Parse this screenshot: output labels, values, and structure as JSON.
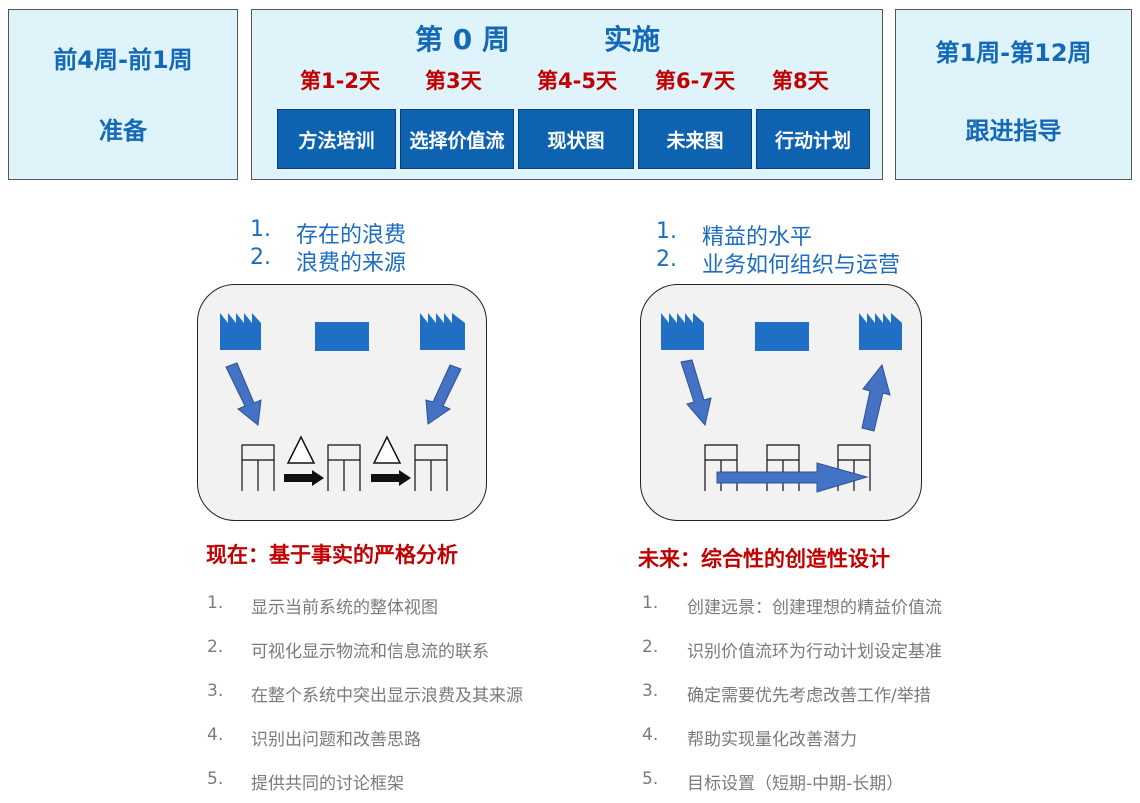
{
  "left_box": {
    "period": "前4周-前1周",
    "phase": "准备"
  },
  "center_box": {
    "week": "第 0 周",
    "title": "实施",
    "days": [
      "第1-2天",
      "第3天",
      "第4-5天",
      "第6-7天",
      "第8天"
    ],
    "steps": [
      "方法培训",
      "选择价值流",
      "现状图",
      "未来图",
      "行动计划"
    ]
  },
  "right_box": {
    "period": "第1周-第12周",
    "phase": "跟进指导"
  },
  "current_state": {
    "focus": [
      {
        "num": "1.",
        "text": "存在的浪费"
      },
      {
        "num": "2.",
        "text": "浪费的来源"
      }
    ],
    "title": "现在：基于事实的严格分析",
    "points": [
      {
        "num": "1.",
        "text": "显示当前系统的整体视图"
      },
      {
        "num": "2.",
        "text": "可视化显示物流和信息流的联系"
      },
      {
        "num": "3.",
        "text": "在整个系统中突出显示浪费及其来源"
      },
      {
        "num": "4.",
        "text": "识别出问题和改善思路"
      },
      {
        "num": "5.",
        "text": "提供共同的讨论框架"
      }
    ]
  },
  "future_state": {
    "focus": [
      {
        "num": "1.",
        "text": "精益的水平"
      },
      {
        "num": "2.",
        "text": "业务如何组织与运营"
      }
    ],
    "title": "未来：综合性的创造性设计",
    "points": [
      {
        "num": "1.",
        "text": "创建远景：创建理想的精益价值流"
      },
      {
        "num": "2.",
        "text": "识别价值流环为行动计划设定基准"
      },
      {
        "num": "3.",
        "text": "确定需要优先考虑改善工作/举措"
      },
      {
        "num": "4.",
        "text": "帮助实现量化改善潜力"
      },
      {
        "num": "5.",
        "text": "目标设置（短期-中期-长期）"
      }
    ]
  },
  "colors": {
    "accent_blue": "#0e63b0",
    "title_blue": "#1369b6",
    "title_red": "#c00000",
    "panel_bg": "#dff3fb",
    "icon_blue": "#1f6fc5",
    "arrow_blue": "#4472c4"
  }
}
